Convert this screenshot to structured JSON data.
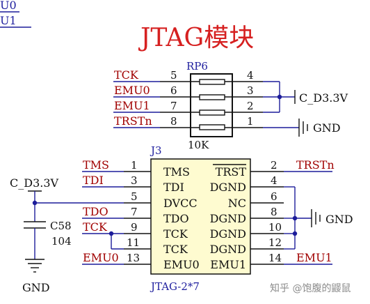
{
  "title": "JTAG模块",
  "corner_labels": [
    "U0",
    "U1"
  ],
  "rp6": {
    "ref": "RP6",
    "value": "10K",
    "left_pins": [
      "5",
      "6",
      "7",
      "8"
    ],
    "right_pins": [
      "4",
      "3",
      "2",
      "1"
    ],
    "nets": [
      "TCK",
      "EMU0",
      "EMU1",
      "TRSTn"
    ]
  },
  "power_top": "C_D3.3V",
  "gnd_top": "GND",
  "j3": {
    "ref": "J3",
    "part": "JTAG-2*7",
    "left_pins": [
      "1",
      "3",
      "5",
      "7",
      "9",
      "11",
      "13"
    ],
    "right_pins": [
      "2",
      "4",
      "6",
      "8",
      "10",
      "12",
      "14"
    ],
    "left_names": [
      "TMS",
      "TDI",
      "DVCC",
      "TDO",
      "TCK",
      "TCK",
      "EMU0"
    ],
    "right_names": [
      "TRST",
      "DGND",
      "NC",
      "DGND",
      "DGND",
      "DGND",
      "EMU1"
    ],
    "left_nets": [
      "TMS",
      "TDI",
      "TDO",
      "TCK",
      "EMU0"
    ],
    "right_nets": [
      "TRSTn",
      "EMU1"
    ]
  },
  "gnd_right": "GND",
  "power_left": "C_D3.3V",
  "cap": {
    "ref": "C58",
    "value": "104"
  },
  "gnd_bottom": "GND",
  "watermark": "知乎 @饱腹的鼹鼠"
}
